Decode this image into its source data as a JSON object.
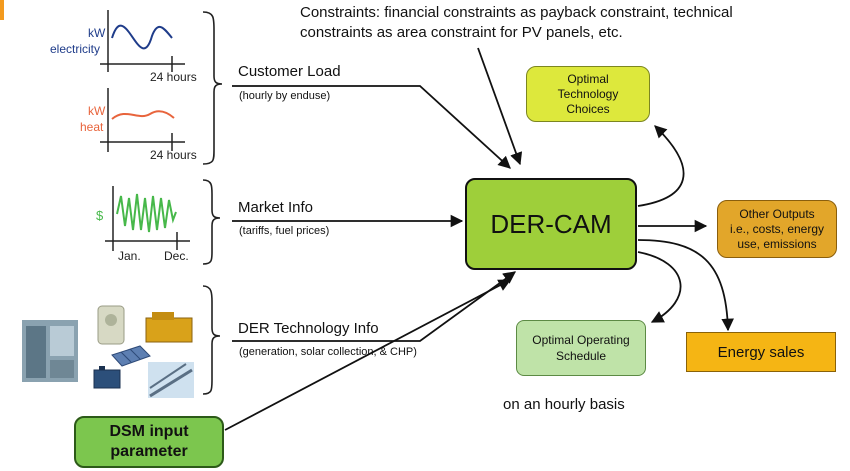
{
  "constraints_note": {
    "line1": "Constraints: financial constraints as payback constraint, technical",
    "line2": "constraints as area constraint for PV panels, etc."
  },
  "inputs": {
    "electricity_chart": {
      "unit": "kW",
      "label": "electricity",
      "time_label": "24 hours",
      "color": "#1f3c8a"
    },
    "heat_chart": {
      "unit": "kW",
      "label": "heat",
      "time_label": "24 hours",
      "color": "#e8643c"
    },
    "market_chart": {
      "unit": "$",
      "x_start": "Jan.",
      "x_end": "Dec.",
      "color": "#47b84a"
    },
    "customer_load": {
      "title": "Customer Load",
      "subtitle": "(hourly by enduse)"
    },
    "market_info": {
      "title": "Market Info",
      "subtitle": "(tariffs, fuel prices)"
    },
    "der_tech_info": {
      "title": "DER Technology Info",
      "subtitle": "(generation, solar collection, & CHP)"
    },
    "dsm_input": {
      "line1": "DSM input",
      "line2": "parameter"
    }
  },
  "core": {
    "label": "DER-CAM"
  },
  "outputs": {
    "optimal_tech": {
      "line1": "Optimal",
      "line2": "Technology",
      "line3": "Choices"
    },
    "other_outputs": {
      "line1": "Other Outputs",
      "line2": "i.e., costs, energy",
      "line3": "use, emissions"
    },
    "energy_sales": {
      "label": "Energy sales"
    },
    "optimal_schedule": {
      "line1": "Optimal Operating",
      "line2": "Schedule"
    },
    "hourly_note": "on an hourly basis"
  },
  "colors": {
    "core_fill": "#9ecf3a",
    "core_border": "#111111",
    "optimal_tech_fill": "#dde83c",
    "other_outputs_fill": "#e2a62a",
    "energy_sales_fill": "#f5b514",
    "schedule_fill": "#bfe3a8",
    "dsm_fill": "#7cc64e",
    "arrow": "#111111"
  },
  "icons": [
    "equipment-photo-icon",
    "fuel-cell-icon",
    "generator-icon",
    "solar-panel-icon",
    "battery-icon",
    "solar-array-icon"
  ]
}
